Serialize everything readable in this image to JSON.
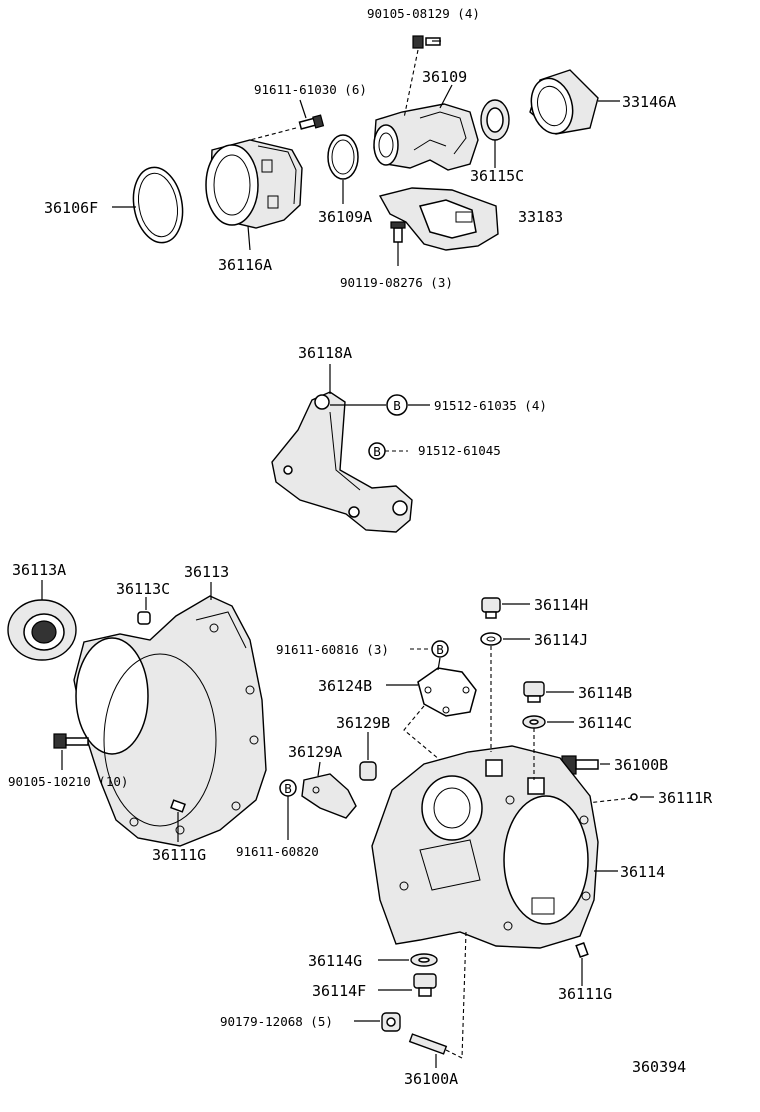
{
  "diagram_id": "360394",
  "labels": {
    "l90105_08129": "90105-08129 (4)",
    "l36109": "36109",
    "l91611_61030": "91611-61030 (6)",
    "l33146A": "33146A",
    "l36106F": "36106F",
    "l36109A": "36109A",
    "l36115C": "36115C",
    "l33183": "33183",
    "l36116A": "36116A",
    "l90119_08276": "90119-08276 (3)",
    "l36118A": "36118A",
    "l91512_61035": "91512-61035 (4)",
    "l91512_61045": "91512-61045",
    "l36113A": "36113A",
    "l36113C": "36113C",
    "l36113": "36113",
    "l36114H": "36114H",
    "l36114J": "36114J",
    "l91611_60816": "91611-60816 (3)",
    "l36124B": "36124B",
    "l36114B": "36114B",
    "l36129B": "36129B",
    "l36114C": "36114C",
    "l36129A": "36129A",
    "l36100B": "36100B",
    "l36111R": "36111R",
    "l90105_10210": "90105-10210 (10)",
    "l91611_60820": "91611-60820",
    "l36111G_left": "36111G",
    "l36114": "36114",
    "l36114G": "36114G",
    "l36114F": "36114F",
    "l36111G_right": "36111G",
    "l90179_12068": "90179-12068 (5)",
    "l36100A": "36100A"
  },
  "markers": {
    "b_letter": "B"
  }
}
